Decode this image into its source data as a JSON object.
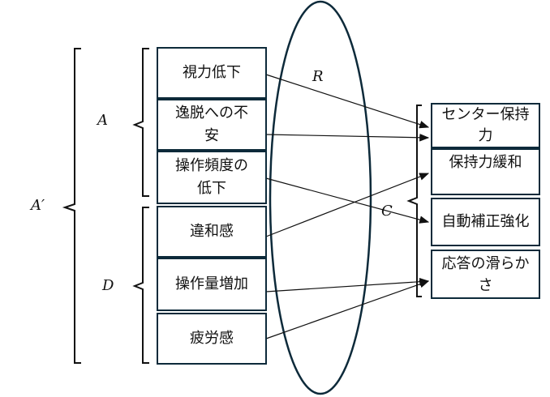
{
  "left_boxes": [
    {
      "text": "視力低下"
    },
    {
      "text": "逸脱への不安"
    },
    {
      "text": "操作頻度の低下"
    },
    {
      "text": "違和感"
    },
    {
      "text": "操作量増加"
    },
    {
      "text": "疲労感"
    }
  ],
  "right_boxes": [
    {
      "text": "センター保持力"
    },
    {
      "text": "保持力緩和"
    },
    {
      "text": "自動補正強化"
    },
    {
      "text": "応答の滑らかさ"
    }
  ],
  "labels": {
    "A": "A",
    "A_prime": "A′",
    "D": "D",
    "R": "R",
    "C": "C"
  },
  "colors": {
    "box_border": "#0d2a3a",
    "line": "#111111"
  }
}
